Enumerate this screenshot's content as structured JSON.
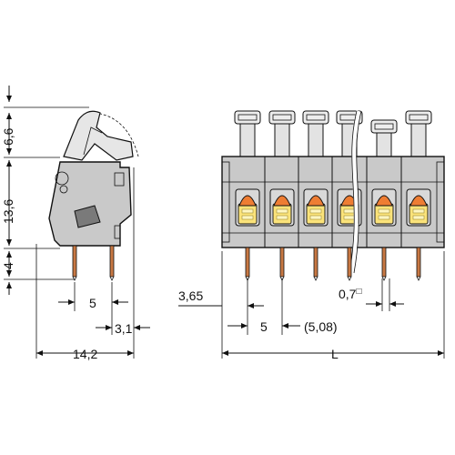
{
  "side_view": {
    "height_top": "6,6",
    "height_body": "13,6",
    "pin_length": "4",
    "pitch": "5",
    "pin_offset": "3,1",
    "width": "14,2"
  },
  "front_view": {
    "edge_offset": "3,65",
    "pitch": "5",
    "alt_pitch": "(5,08)",
    "pin_size": "0,7",
    "pin_size_unit": "□",
    "length": "L"
  },
  "colors": {
    "housing": "#c9c9c9",
    "pins": "#c87843",
    "windows": "#fbe37a",
    "push_buttons": "#ee7d33"
  }
}
